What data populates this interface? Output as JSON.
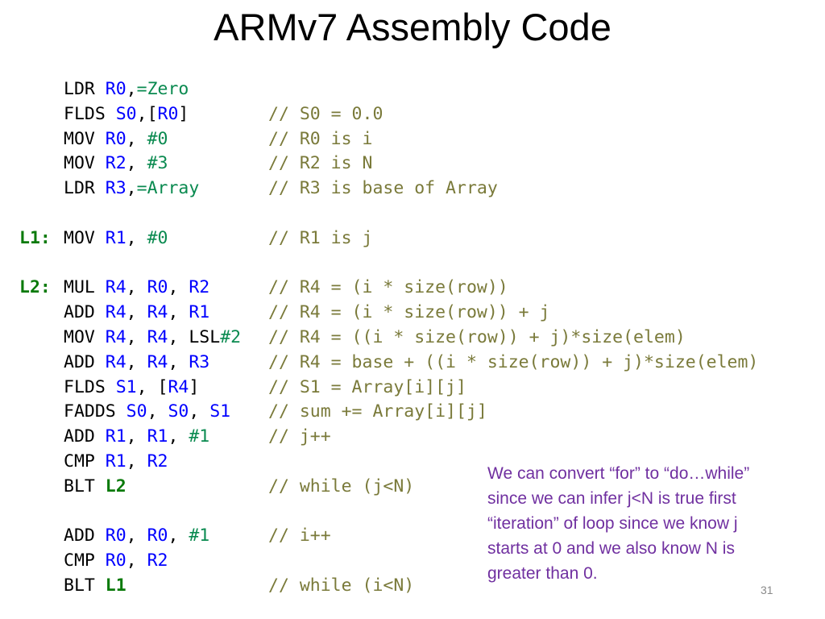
{
  "slide": {
    "title": "ARMv7 Assembly Code",
    "page_number": "31"
  },
  "code": {
    "lines": [
      {
        "label": "",
        "segments": [
          {
            "t": "LDR ",
            "k": "op"
          },
          {
            "t": "R0",
            "k": "reg"
          },
          {
            "t": ",",
            "k": "p"
          },
          {
            "t": "=Zero",
            "k": "imm"
          }
        ],
        "comment": ""
      },
      {
        "label": "",
        "segments": [
          {
            "t": "FLDS ",
            "k": "op"
          },
          {
            "t": "S0",
            "k": "reg"
          },
          {
            "t": ",[",
            "k": "p"
          },
          {
            "t": "R0",
            "k": "reg"
          },
          {
            "t": "]",
            "k": "p"
          }
        ],
        "comment": "// S0 = 0.0"
      },
      {
        "label": "",
        "segments": [
          {
            "t": "MOV ",
            "k": "op"
          },
          {
            "t": "R0",
            "k": "reg"
          },
          {
            "t": ", ",
            "k": "p"
          },
          {
            "t": "#0",
            "k": "imm"
          }
        ],
        "comment": "// R0 is i"
      },
      {
        "label": "",
        "segments": [
          {
            "t": "MOV ",
            "k": "op"
          },
          {
            "t": "R2",
            "k": "reg"
          },
          {
            "t": ", ",
            "k": "p"
          },
          {
            "t": "#3",
            "k": "imm"
          }
        ],
        "comment": "// R2 is N"
      },
      {
        "label": "",
        "segments": [
          {
            "t": "LDR ",
            "k": "op"
          },
          {
            "t": "R3",
            "k": "reg"
          },
          {
            "t": ",",
            "k": "p"
          },
          {
            "t": "=Array",
            "k": "imm"
          }
        ],
        "comment": "// R3 is base of Array"
      },
      {
        "label": "",
        "segments": [],
        "comment": ""
      },
      {
        "label": "L1:",
        "segments": [
          {
            "t": "MOV ",
            "k": "op"
          },
          {
            "t": "R1",
            "k": "reg"
          },
          {
            "t": ", ",
            "k": "p"
          },
          {
            "t": "#0",
            "k": "imm"
          }
        ],
        "comment": "// R1 is j"
      },
      {
        "label": "",
        "segments": [],
        "comment": ""
      },
      {
        "label": "L2:",
        "segments": [
          {
            "t": "MUL ",
            "k": "op"
          },
          {
            "t": "R4",
            "k": "reg"
          },
          {
            "t": ", ",
            "k": "p"
          },
          {
            "t": "R0",
            "k": "reg"
          },
          {
            "t": ", ",
            "k": "p"
          },
          {
            "t": "R2",
            "k": "reg"
          }
        ],
        "comment": "// R4 = (i * size(row))"
      },
      {
        "label": "",
        "segments": [
          {
            "t": "ADD ",
            "k": "op"
          },
          {
            "t": "R4",
            "k": "reg"
          },
          {
            "t": ", ",
            "k": "p"
          },
          {
            "t": "R4",
            "k": "reg"
          },
          {
            "t": ", ",
            "k": "p"
          },
          {
            "t": "R1",
            "k": "reg"
          }
        ],
        "comment": "// R4 = (i * size(row)) + j"
      },
      {
        "label": "",
        "segments": [
          {
            "t": "MOV ",
            "k": "op"
          },
          {
            "t": "R4",
            "k": "reg"
          },
          {
            "t": ", ",
            "k": "p"
          },
          {
            "t": "R4",
            "k": "reg"
          },
          {
            "t": ", ",
            "k": "p"
          },
          {
            "t": "LSL",
            "k": "op"
          },
          {
            "t": "#2",
            "k": "imm"
          }
        ],
        "comment": "// R4 = ((i * size(row)) + j)*size(elem)"
      },
      {
        "label": "",
        "segments": [
          {
            "t": "ADD ",
            "k": "op"
          },
          {
            "t": "R4",
            "k": "reg"
          },
          {
            "t": ", ",
            "k": "p"
          },
          {
            "t": "R4",
            "k": "reg"
          },
          {
            "t": ", ",
            "k": "p"
          },
          {
            "t": "R3",
            "k": "reg"
          }
        ],
        "comment": "// R4 = base + ((i * size(row)) + j)*size(elem)"
      },
      {
        "label": "",
        "segments": [
          {
            "t": "FLDS ",
            "k": "op"
          },
          {
            "t": "S1",
            "k": "reg"
          },
          {
            "t": ", [",
            "k": "p"
          },
          {
            "t": "R4",
            "k": "reg"
          },
          {
            "t": "]",
            "k": "p"
          }
        ],
        "comment": "// S1 = Array[i][j]"
      },
      {
        "label": "",
        "segments": [
          {
            "t": "FADDS ",
            "k": "op"
          },
          {
            "t": "S0",
            "k": "reg"
          },
          {
            "t": ", ",
            "k": "p"
          },
          {
            "t": "S0",
            "k": "reg"
          },
          {
            "t": ", ",
            "k": "p"
          },
          {
            "t": "S1",
            "k": "reg"
          }
        ],
        "comment": "// sum += Array[i][j]"
      },
      {
        "label": "",
        "segments": [
          {
            "t": "ADD ",
            "k": "op"
          },
          {
            "t": "R1",
            "k": "reg"
          },
          {
            "t": ", ",
            "k": "p"
          },
          {
            "t": "R1",
            "k": "reg"
          },
          {
            "t": ", ",
            "k": "p"
          },
          {
            "t": "#1",
            "k": "imm"
          }
        ],
        "comment": "// j++"
      },
      {
        "label": "",
        "segments": [
          {
            "t": "CMP ",
            "k": "op"
          },
          {
            "t": "R1",
            "k": "reg"
          },
          {
            "t": ", ",
            "k": "p"
          },
          {
            "t": "R2",
            "k": "reg"
          }
        ],
        "comment": ""
      },
      {
        "label": "",
        "segments": [
          {
            "t": "BLT ",
            "k": "op"
          },
          {
            "t": "L2",
            "k": "lbl"
          }
        ],
        "comment": "// while (j<N)"
      },
      {
        "label": "",
        "segments": [],
        "comment": ""
      },
      {
        "label": "",
        "segments": [
          {
            "t": "ADD ",
            "k": "op"
          },
          {
            "t": "R0",
            "k": "reg"
          },
          {
            "t": ", ",
            "k": "p"
          },
          {
            "t": "R0",
            "k": "reg"
          },
          {
            "t": ", ",
            "k": "p"
          },
          {
            "t": "#1",
            "k": "imm"
          }
        ],
        "comment": "// i++"
      },
      {
        "label": "",
        "segments": [
          {
            "t": "CMP ",
            "k": "op"
          },
          {
            "t": "R0",
            "k": "reg"
          },
          {
            "t": ", ",
            "k": "p"
          },
          {
            "t": "R2",
            "k": "reg"
          }
        ],
        "comment": ""
      },
      {
        "label": "",
        "segments": [
          {
            "t": "BLT ",
            "k": "op"
          },
          {
            "t": "L1",
            "k": "lbl"
          }
        ],
        "comment": "// while (i<N)"
      }
    ]
  },
  "note": {
    "lines": [
      "We can convert “for” to “do…while”",
      "since we can infer j<N is true first",
      "“iteration” of loop since we know j",
      "starts at 0 and we also know N is",
      "greater than 0."
    ]
  },
  "colors": {
    "label": "#0a7a0a",
    "register": "#0000ff",
    "immediate": "#0a8a50",
    "comment": "#7a7a3a",
    "note": "#7030a0"
  }
}
